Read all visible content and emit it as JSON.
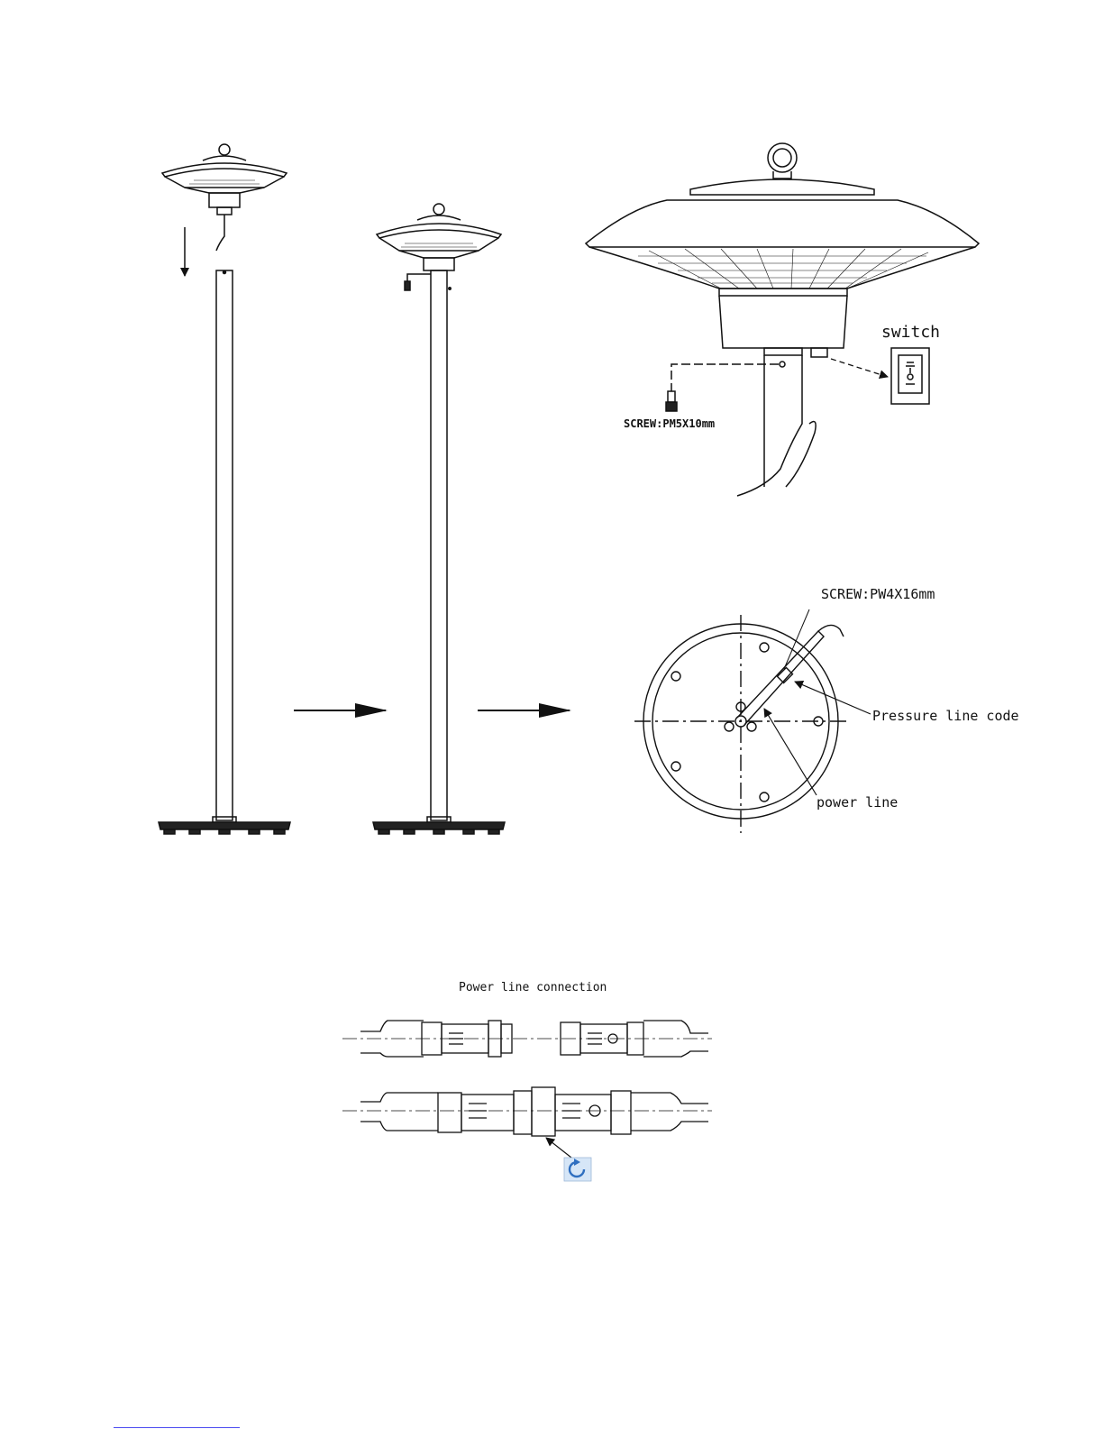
{
  "labels": {
    "switch": "switch",
    "screw_top": "SCREW:PM5X10mm",
    "screw_base": "SCREW:PW4X16mm",
    "pressure_line_code": "Pressure line code",
    "power_line": "power line",
    "power_line_connection": "Power line connection"
  },
  "icons": {
    "rotate": "rotate-icon"
  },
  "colors": {
    "line": "#111111",
    "rotate_icon_bg": "#d6e6f7",
    "rotate_icon_fg": "#2f6fc0",
    "footer_link": "#4a4af0"
  }
}
